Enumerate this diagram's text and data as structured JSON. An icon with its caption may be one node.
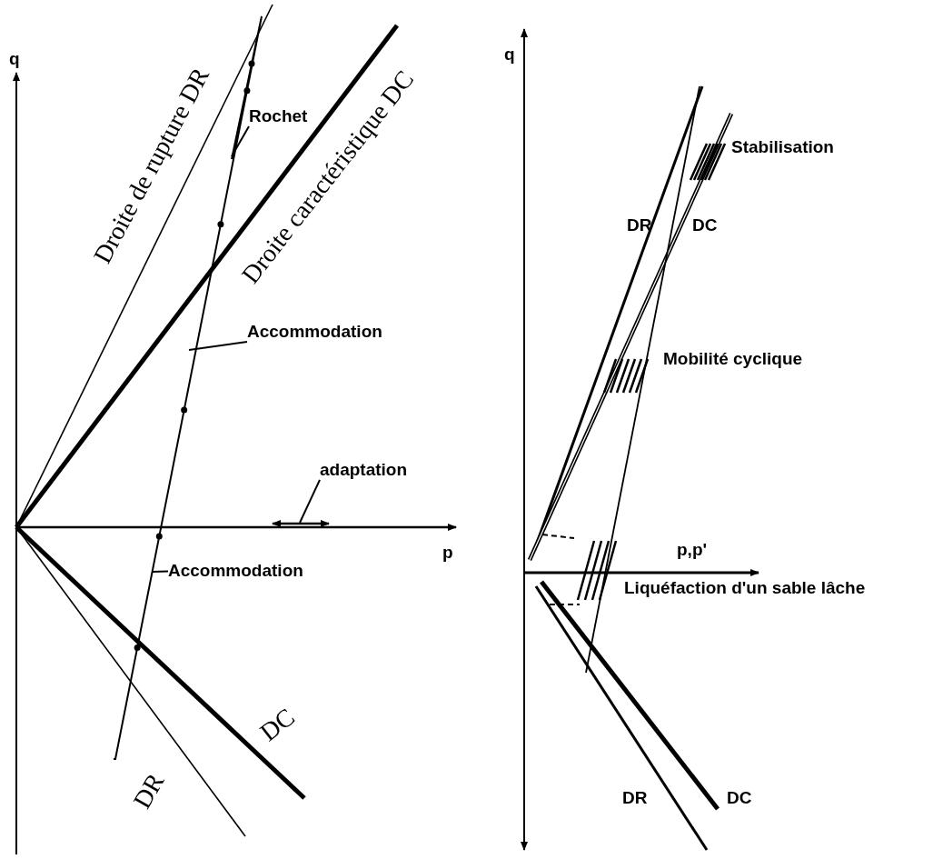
{
  "diagram": {
    "nodes": [
      {
        "text": [
          "Rochet"
        ]
      },
      {
        "text": [
          "Accommodation"
        ]
      },
      {
        "text": [
          "adaptation"
        ]
      },
      {
        "text": [
          "Accommodation"
        ]
      }
    ],
    "edges": [
      {
        "from": 0,
        "to": null,
        "arrow": "none"
      },
      {
        "from": 1,
        "to": null,
        "arrow": "none"
      },
      {
        "from": 2,
        "to": null,
        "arrow": "none"
      },
      {
        "from": 3,
        "to": null,
        "arrow": "none"
      }
    ],
    "labels": [
      "q",
      "Droite de rupture DR",
      "Droite caractéristique DC",
      "p",
      "DR",
      "DC",
      "q",
      "Stabilisation",
      "DR",
      "DC",
      "Mobilité cyclique",
      "p,p'",
      "Liquéfaction d'un sable lâche",
      "DR",
      "DC"
    ]
  }
}
